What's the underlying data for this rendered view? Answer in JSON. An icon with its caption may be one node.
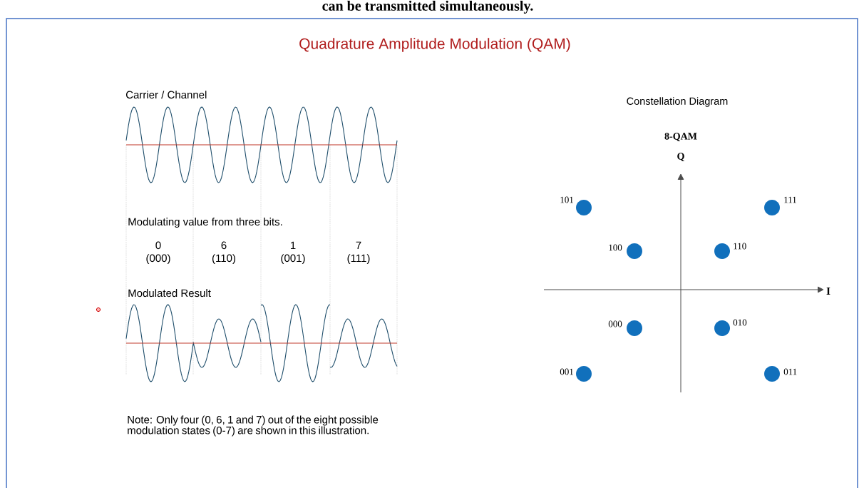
{
  "diagram": {
    "title": "Quadrature Amplitude Modulation (QAM)",
    "labels": [
      "can be transmitted simultaneously.",
      "Carrier / Channel",
      "Modulating value from three bits.",
      "0",
      "(000)",
      "6",
      "(110)",
      "1",
      "(001)",
      "7",
      "(111)",
      "Modulated Result",
      "Note: Only four (0, 6, 1 and 7) out of the eight possible modulation states (0-7) are shown in this illustration.",
      "Constellation Diagram",
      "8-QAM",
      "Q",
      "I",
      "101",
      "111",
      "100",
      "110",
      "000",
      "010",
      "001",
      "011"
    ]
  }
}
